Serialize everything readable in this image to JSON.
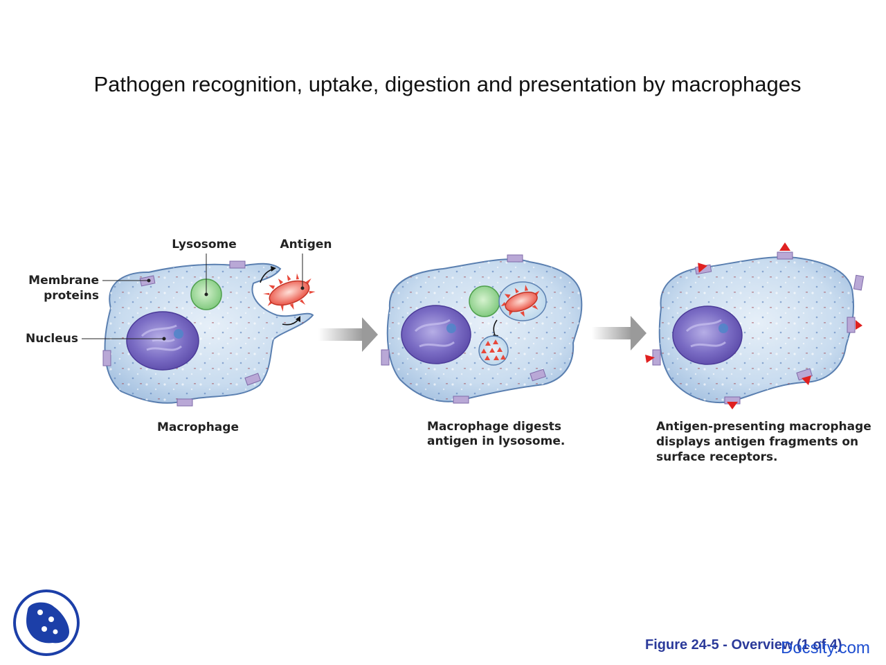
{
  "slide": {
    "title": "Pathogen recognition, uptake, digestion and presentation by macrophages"
  },
  "panel1": {
    "labels": {
      "lysosome": "Lysosome",
      "antigen": "Antigen",
      "membrane_line1": "Membrane",
      "membrane_line2": "proteins",
      "nucleus": "Nucleus"
    },
    "caption": [
      "Macrophage"
    ]
  },
  "panel2": {
    "caption": [
      "Macrophage digests",
      "antigen in lysosome."
    ]
  },
  "panel3": {
    "caption": [
      "Antigen-presenting macrophage",
      "displays antigen fragments on",
      "surface receptors."
    ]
  },
  "footer": {
    "figure_caption": "Figure 24-5 - Overview (1 of 4)",
    "watermark": "Docsity.com"
  },
  "colors": {
    "cell_fill": "#c9dcef",
    "cell_stroke": "#5a7fb0",
    "nucleus": "#6b5cb5",
    "lysosome": "#8fd18f",
    "antigen": "#e8483a",
    "membrane_protein": "#b9a8d6",
    "arrow": "#a8a8a8",
    "logo": "#1c3fa8"
  }
}
